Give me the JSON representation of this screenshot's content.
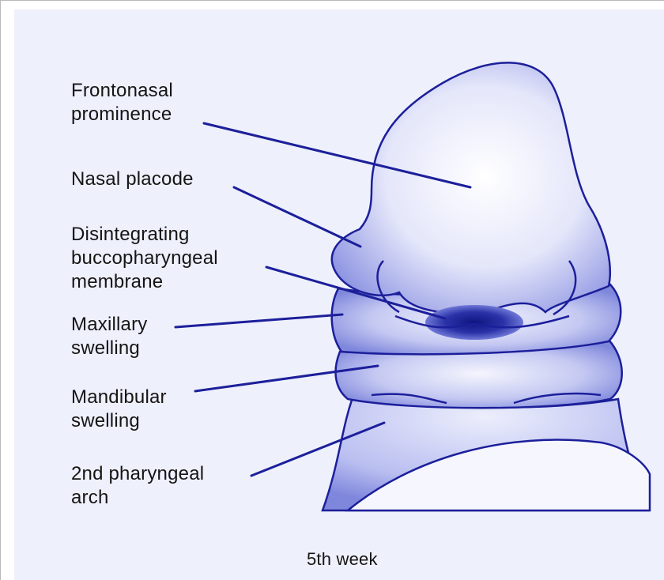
{
  "figure": {
    "caption": "5th week",
    "labels": {
      "frontonasal": "Frontonasal\nprominence",
      "nasal_placode": "Nasal placode",
      "buccopharyngeal": "Disintegrating\nbuccopharyngeal\nmembrane",
      "maxillary": "Maxillary\nswelling",
      "mandibular": "Mandibular\nswelling",
      "pharyngeal_arch": "2nd pharyngeal\narch"
    }
  },
  "colors": {
    "ink": "#1c1f9a",
    "tissue_light": "#d7d9f6",
    "tissue_mid": "#aab0ec",
    "cavity": "#141a86",
    "background": "#eef0fb"
  }
}
